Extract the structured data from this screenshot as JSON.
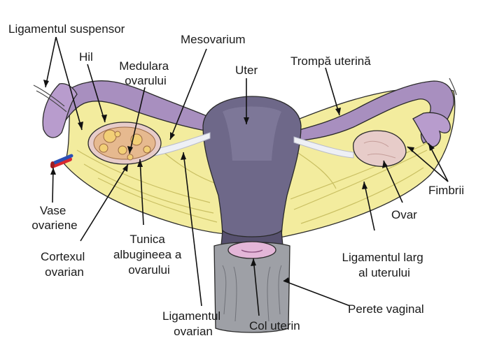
{
  "labels": {
    "ligamentul_suspensor": "Ligamentul suspensor",
    "hil": "Hil",
    "medulara_line1": "Medulara",
    "medulara_line2": "ovarului",
    "mesovarium": "Mesovarium",
    "uter": "Uter",
    "trompa_uterina": "Trompă uterină",
    "vase_line1": "Vase",
    "vase_line2": "ovariene",
    "cortexul_line1": "Cortexul",
    "cortexul_line2": "ovarian",
    "tunica_line1": "Tunica",
    "tunica_line2": "albugineea a",
    "tunica_line3": "ovarului",
    "ligamentul_ovarian_line1": "Ligamentul",
    "ligamentul_ovarian_line2": "ovarian",
    "col_uterin": "Col uterin",
    "fimbrii": "Fimbrii",
    "ovar": "Ovar",
    "ligamentul_larg_line1": "Ligamentul larg",
    "ligamentul_larg_line2": "al uterului",
    "perete_vaginal": "Perete vaginal"
  },
  "colors": {
    "uterus": "#6e6889",
    "uterus_dark": "#57516f",
    "broad_ligament": "#f3ec9e",
    "broad_ligament_shade": "#d9cf6f",
    "tube": "#a88fbf",
    "tube_dark": "#8a72a6",
    "ovary": "#e7ccc9",
    "ovary_section": "#e6b98f",
    "cervix": "#e3b6d8",
    "vagina": "#9ea0a6",
    "vessel_red": "#d9282f",
    "vessel_blue": "#2a4fb5",
    "ligament_band": "#e6e6ee"
  }
}
